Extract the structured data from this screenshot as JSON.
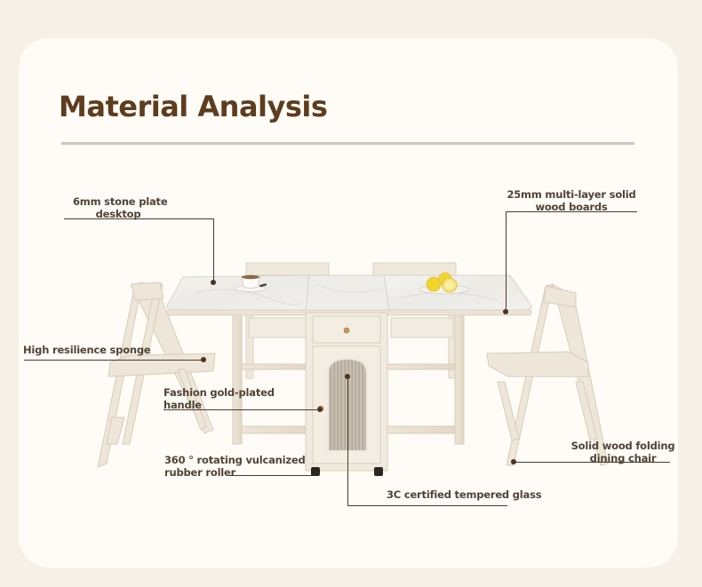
{
  "page": {
    "title": "Material Analysis",
    "colors": {
      "background": "#f6f0e6",
      "card": "#fffcf7",
      "title": "#5e3c1e",
      "rule": "#d0c6ba",
      "label_text": "#4f4336",
      "leader_line": "#4a3a2c"
    }
  },
  "product_image": {
    "subject": "folding dining table with stone top, central cabinet on rollers, and four folding chairs",
    "props": [
      "coffee-cup",
      "plate-of-lemons"
    ]
  },
  "callouts": [
    {
      "id": "stone-desktop",
      "line1": "6mm stone plate",
      "line2": "desktop"
    },
    {
      "id": "wood-boards",
      "line1": "25mm multi-layer solid",
      "line2": "wood boards"
    },
    {
      "id": "sponge",
      "line1": "High resilience sponge"
    },
    {
      "id": "handle",
      "line1": "Fashion gold-plated",
      "line2": "handle"
    },
    {
      "id": "roller",
      "line1": "360 ° rotating vulcanized",
      "line2": "rubber roller"
    },
    {
      "id": "glass",
      "line1": "3C certified tempered glass"
    },
    {
      "id": "chair",
      "line1": "Solid wood folding",
      "line2": "dining chair"
    }
  ]
}
